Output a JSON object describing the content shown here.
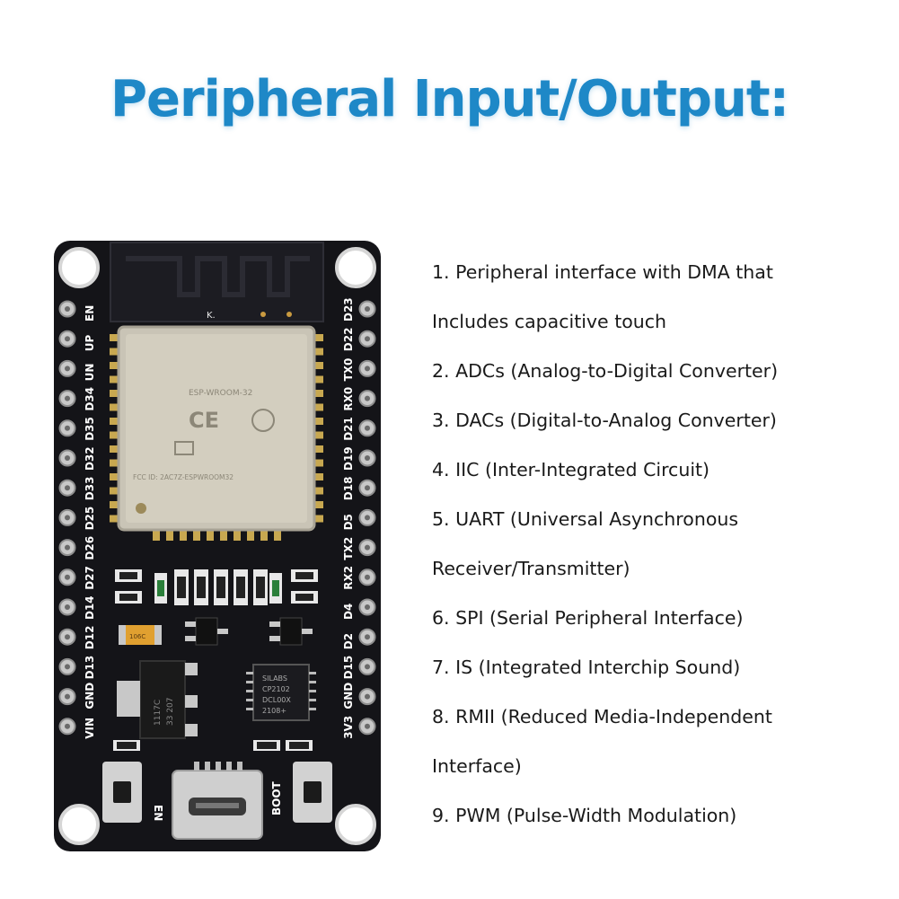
{
  "title": "Peripheral Input/Output:",
  "features": [
    "1. Peripheral interface with DMA that",
    "Includes capacitive touch",
    "2. ADCs (Analog-to-Digital Converter)",
    "3. DACs (Digital-to-Analog Converter)",
    "4. IIC (Inter-Integrated Circuit)",
    "5. UART (Universal Asynchronous",
    "Receiver/Transmitter)",
    "6. SPI (Serial Peripheral Interface)",
    "7. IS (Integrated Interchip Sound)",
    "8. RMII (Reduced Media-Independent",
    "Interface)",
    "9. PWM (Pulse-Width Modulation)"
  ],
  "board": {
    "left_pins": [
      "EN",
      "UP",
      "UN",
      "D34",
      "D35",
      "D32",
      "D33",
      "D25",
      "D26",
      "D27",
      "D14",
      "D12",
      "D13",
      "GND",
      "VIN"
    ],
    "right_pins": [
      "D23",
      "D22",
      "TX0",
      "RX0",
      "D21",
      "D19",
      "D18",
      "D5",
      "TX2",
      "RX2",
      "D4",
      "D2",
      "D15",
      "GND",
      "3V3"
    ],
    "module_mark": "K.",
    "shield_text": "ESP-WROOM-32",
    "shield_fcc": "FCC ID: 2AC7Z-ESPWROOM32",
    "usb_chip_lines": [
      "SILABS",
      "CP2102",
      "DCL00X",
      "2108+"
    ],
    "regulator_lines": [
      "1117C",
      "33 207"
    ],
    "cap_label": "106C",
    "en_label": "EN",
    "boot_label": "BOOT"
  },
  "colors": {
    "title": "#1e88c7",
    "pcb": "#141418",
    "shield": "#c9c4b6",
    "pin": "#c8c8c8"
  }
}
